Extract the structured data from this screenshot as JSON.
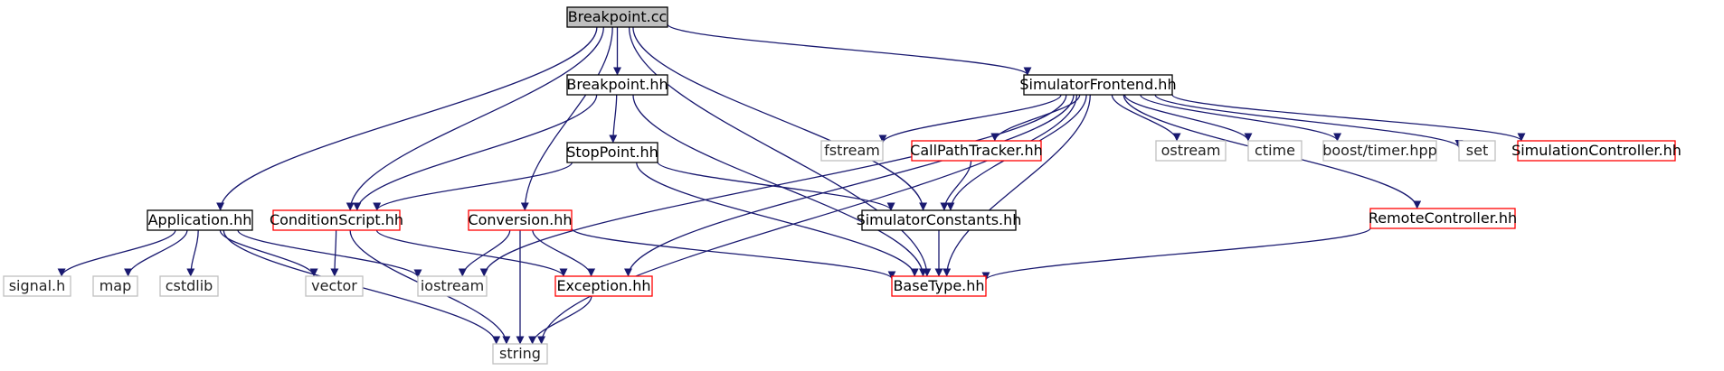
{
  "nodes": [
    {
      "id": "breakpoint_cc",
      "label": "Breakpoint.cc",
      "kind": "root"
    },
    {
      "id": "breakpoint_hh",
      "label": "Breakpoint.hh",
      "kind": "local"
    },
    {
      "id": "simulator_frontend",
      "label": "SimulatorFrontend.hh",
      "kind": "local"
    },
    {
      "id": "stoppoint",
      "label": "StopPoint.hh",
      "kind": "local"
    },
    {
      "id": "application",
      "label": "Application.hh",
      "kind": "local"
    },
    {
      "id": "condition_script",
      "label": "ConditionScript.hh",
      "kind": "red"
    },
    {
      "id": "conversion",
      "label": "Conversion.hh",
      "kind": "red"
    },
    {
      "id": "simulator_constants",
      "label": "SimulatorConstants.hh",
      "kind": "local"
    },
    {
      "id": "fstream",
      "label": "fstream",
      "kind": "ext"
    },
    {
      "id": "callpath_tracker",
      "label": "CallPathTracker.hh",
      "kind": "red"
    },
    {
      "id": "ostream",
      "label": "ostream",
      "kind": "ext"
    },
    {
      "id": "ctime",
      "label": "ctime",
      "kind": "ext"
    },
    {
      "id": "boost_timer",
      "label": "boost/timer.hpp",
      "kind": "ext"
    },
    {
      "id": "set",
      "label": "set",
      "kind": "ext"
    },
    {
      "id": "simulation_controller",
      "label": "SimulationController.hh",
      "kind": "red"
    },
    {
      "id": "remote_controller",
      "label": "RemoteController.hh",
      "kind": "red"
    },
    {
      "id": "signal_h",
      "label": "signal.h",
      "kind": "ext"
    },
    {
      "id": "map",
      "label": "map",
      "kind": "ext"
    },
    {
      "id": "cstdlib",
      "label": "cstdlib",
      "kind": "ext"
    },
    {
      "id": "vector",
      "label": "vector",
      "kind": "ext"
    },
    {
      "id": "iostream",
      "label": "iostream",
      "kind": "ext"
    },
    {
      "id": "exception",
      "label": "Exception.hh",
      "kind": "red"
    },
    {
      "id": "basetype",
      "label": "BaseType.hh",
      "kind": "red"
    },
    {
      "id": "string",
      "label": "string",
      "kind": "ext"
    }
  ],
  "edges": [
    {
      "from": "breakpoint_cc",
      "to": "breakpoint_hh"
    },
    {
      "from": "breakpoint_cc",
      "to": "simulator_frontend"
    },
    {
      "from": "breakpoint_cc",
      "to": "application"
    },
    {
      "from": "breakpoint_cc",
      "to": "condition_script"
    },
    {
      "from": "breakpoint_cc",
      "to": "conversion"
    },
    {
      "from": "breakpoint_cc",
      "to": "simulator_constants"
    },
    {
      "from": "breakpoint_cc",
      "to": "basetype"
    },
    {
      "from": "breakpoint_hh",
      "to": "stoppoint"
    },
    {
      "from": "breakpoint_hh",
      "to": "condition_script"
    },
    {
      "from": "breakpoint_hh",
      "to": "basetype"
    },
    {
      "from": "stoppoint",
      "to": "condition_script"
    },
    {
      "from": "stoppoint",
      "to": "simulator_constants"
    },
    {
      "from": "stoppoint",
      "to": "basetype"
    },
    {
      "from": "simulator_frontend",
      "to": "fstream"
    },
    {
      "from": "simulator_frontend",
      "to": "callpath_tracker"
    },
    {
      "from": "simulator_frontend",
      "to": "ostream"
    },
    {
      "from": "simulator_frontend",
      "to": "ctime"
    },
    {
      "from": "simulator_frontend",
      "to": "boost_timer"
    },
    {
      "from": "simulator_frontend",
      "to": "set"
    },
    {
      "from": "simulator_frontend",
      "to": "simulation_controller"
    },
    {
      "from": "simulator_frontend",
      "to": "remote_controller"
    },
    {
      "from": "simulator_frontend",
      "to": "simulator_constants"
    },
    {
      "from": "simulator_frontend",
      "to": "basetype"
    },
    {
      "from": "simulator_frontend",
      "to": "iostream"
    },
    {
      "from": "simulator_frontend",
      "to": "exception"
    },
    {
      "from": "simulator_frontend",
      "to": "string"
    },
    {
      "from": "callpath_tracker",
      "to": "simulator_constants"
    },
    {
      "from": "simulator_constants",
      "to": "basetype"
    },
    {
      "from": "remote_controller",
      "to": "basetype"
    },
    {
      "from": "application",
      "to": "signal_h"
    },
    {
      "from": "application",
      "to": "map"
    },
    {
      "from": "application",
      "to": "cstdlib"
    },
    {
      "from": "application",
      "to": "vector"
    },
    {
      "from": "application",
      "to": "iostream"
    },
    {
      "from": "application",
      "to": "string"
    },
    {
      "from": "condition_script",
      "to": "vector"
    },
    {
      "from": "condition_script",
      "to": "exception"
    },
    {
      "from": "condition_script",
      "to": "string"
    },
    {
      "from": "conversion",
      "to": "iostream"
    },
    {
      "from": "conversion",
      "to": "exception"
    },
    {
      "from": "conversion",
      "to": "string"
    },
    {
      "from": "conversion",
      "to": "basetype"
    },
    {
      "from": "exception",
      "to": "string"
    }
  ],
  "colors": {
    "root_fill": "#bfbfbf",
    "local_border": "#000000",
    "red_border": "#ff0000",
    "ext_border": "#bfbfbf",
    "edge": "#191970"
  }
}
